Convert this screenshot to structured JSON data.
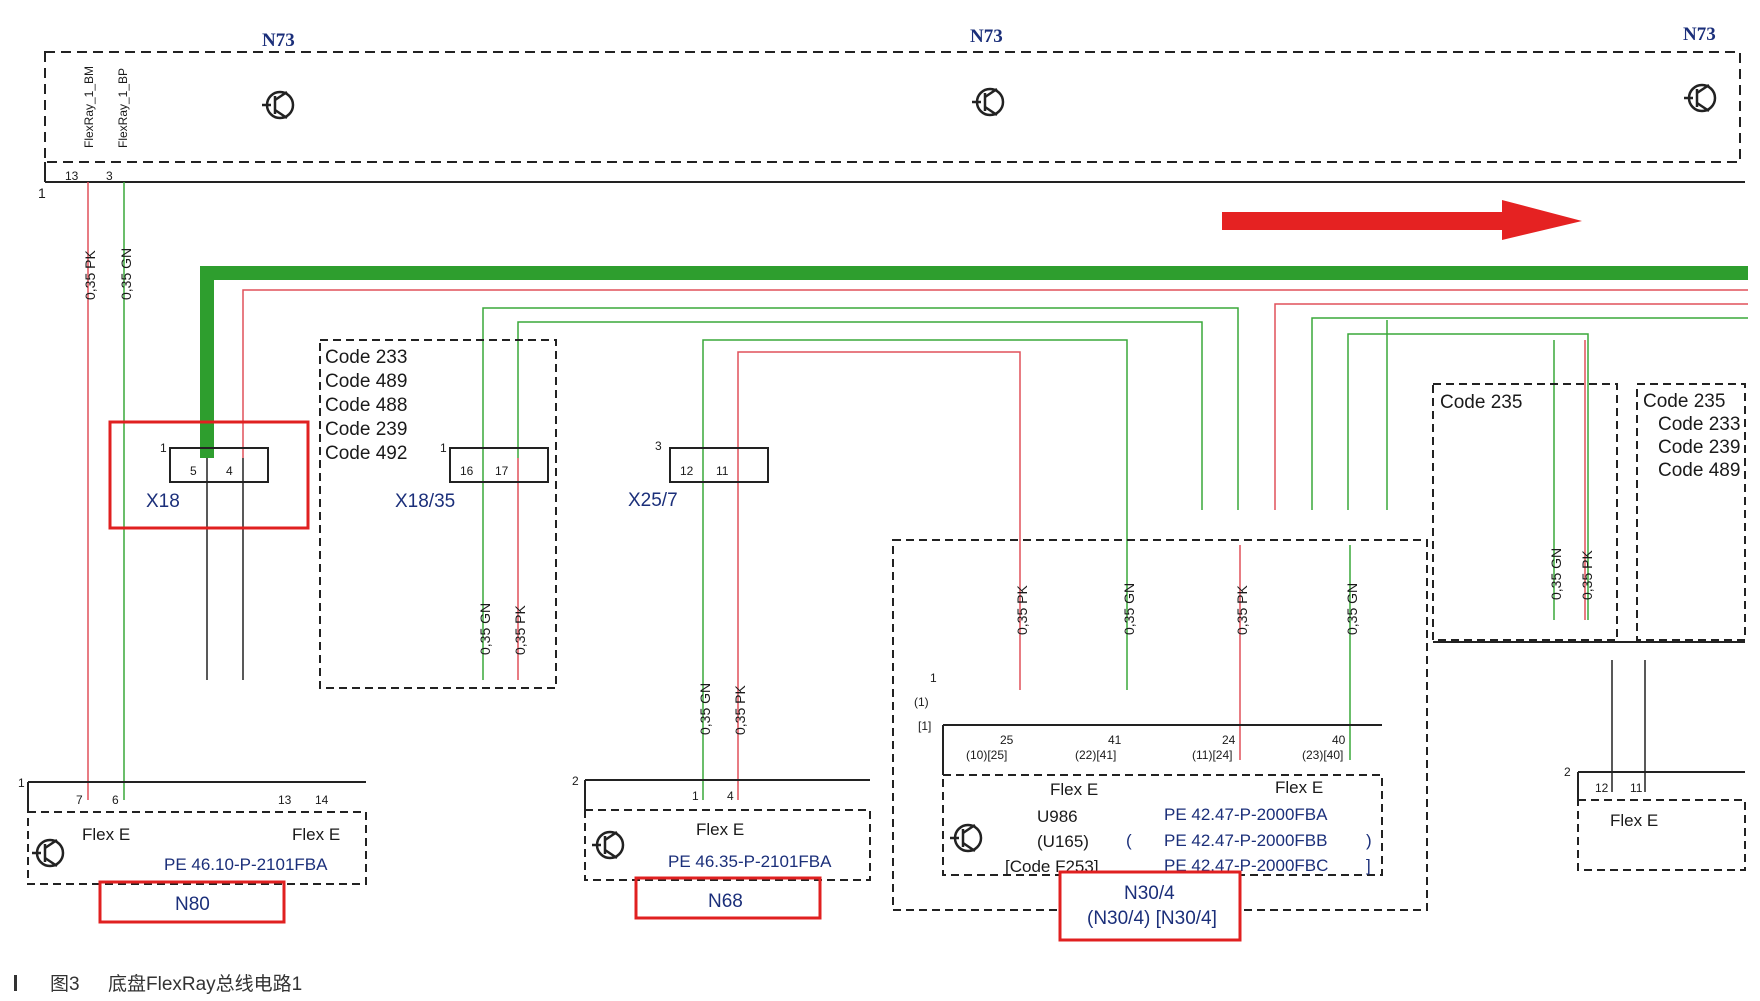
{
  "modules_top": {
    "n73_left": "N73",
    "n73_mid": "N73",
    "n73_right": "N73"
  },
  "pins_top": {
    "p13": "13",
    "p3": "3",
    "signal_bm": "FlexRay_1_BM",
    "signal_bp": "FlexRay_1_BP",
    "rail_1": "1"
  },
  "wires": {
    "pk": "0,35 PK",
    "gn": "0,35 GN"
  },
  "x18": {
    "label": "X18",
    "num": "1",
    "pin5": "5",
    "pin4": "4"
  },
  "codes_a": [
    "Code 233",
    "Code 489",
    "Code 488",
    "Code 239",
    "Code 492"
  ],
  "x18_35": {
    "label": "X18/35",
    "num": "1",
    "pin16": "16",
    "pin17": "17"
  },
  "x25_7": {
    "label": "X25/7",
    "num": "3",
    "pin12": "12",
    "pin11": "11"
  },
  "codes_b": [
    "Code 235"
  ],
  "codes_c": [
    "Code 235",
    "Code 233",
    "Code 239",
    "Code 489"
  ],
  "n80": {
    "num": "1",
    "pin7": "7",
    "pin6": "6",
    "pin13": "13",
    "pin14": "14",
    "flex1": "Flex E",
    "flex2": "Flex E",
    "pe": "PE 46.10-P-2101FBA",
    "label": "N80"
  },
  "n68": {
    "num": "2",
    "pin1": "1",
    "pin4": "4",
    "flex": "Flex E",
    "pe": "PE 46.35-P-2101FBA",
    "label": "N68"
  },
  "n30": {
    "num1": "1",
    "num2": "(1)",
    "num3": "[1]",
    "p25": "25",
    "p25b": "(10)[25]",
    "p41": "41",
    "p41b": "(22)[41]",
    "p24": "24",
    "p24b": "(11)[24]",
    "p40": "40",
    "p40b": "(23)[40]",
    "flex1": "Flex E",
    "flex2": "Flex E",
    "v1": "U986",
    "v2": "(U165)",
    "v3": "[Code F253]",
    "pe1": "PE 42.47-P-2000FBA",
    "pe2": "PE 42.47-P-2000FBB",
    "pe3": "PE 42.47-P-2000FBC",
    "bracket_open": "(",
    "bracket_close": ")",
    "sq_close": "]",
    "label1": "N30/4",
    "label2": "(N30/4) [N30/4]"
  },
  "right_module": {
    "num": "2",
    "pin12": "12",
    "pin11": "11",
    "flex": "Flex E"
  },
  "caption": {
    "fig": "图3",
    "text": "底盘FlexRay总线电路1"
  },
  "colors": {
    "green_bus": "#2e9e2e",
    "green_wire": "#3aa83a",
    "pink_wire": "#e0505a",
    "red_box": "#e02020",
    "arrow": "#e52222"
  }
}
